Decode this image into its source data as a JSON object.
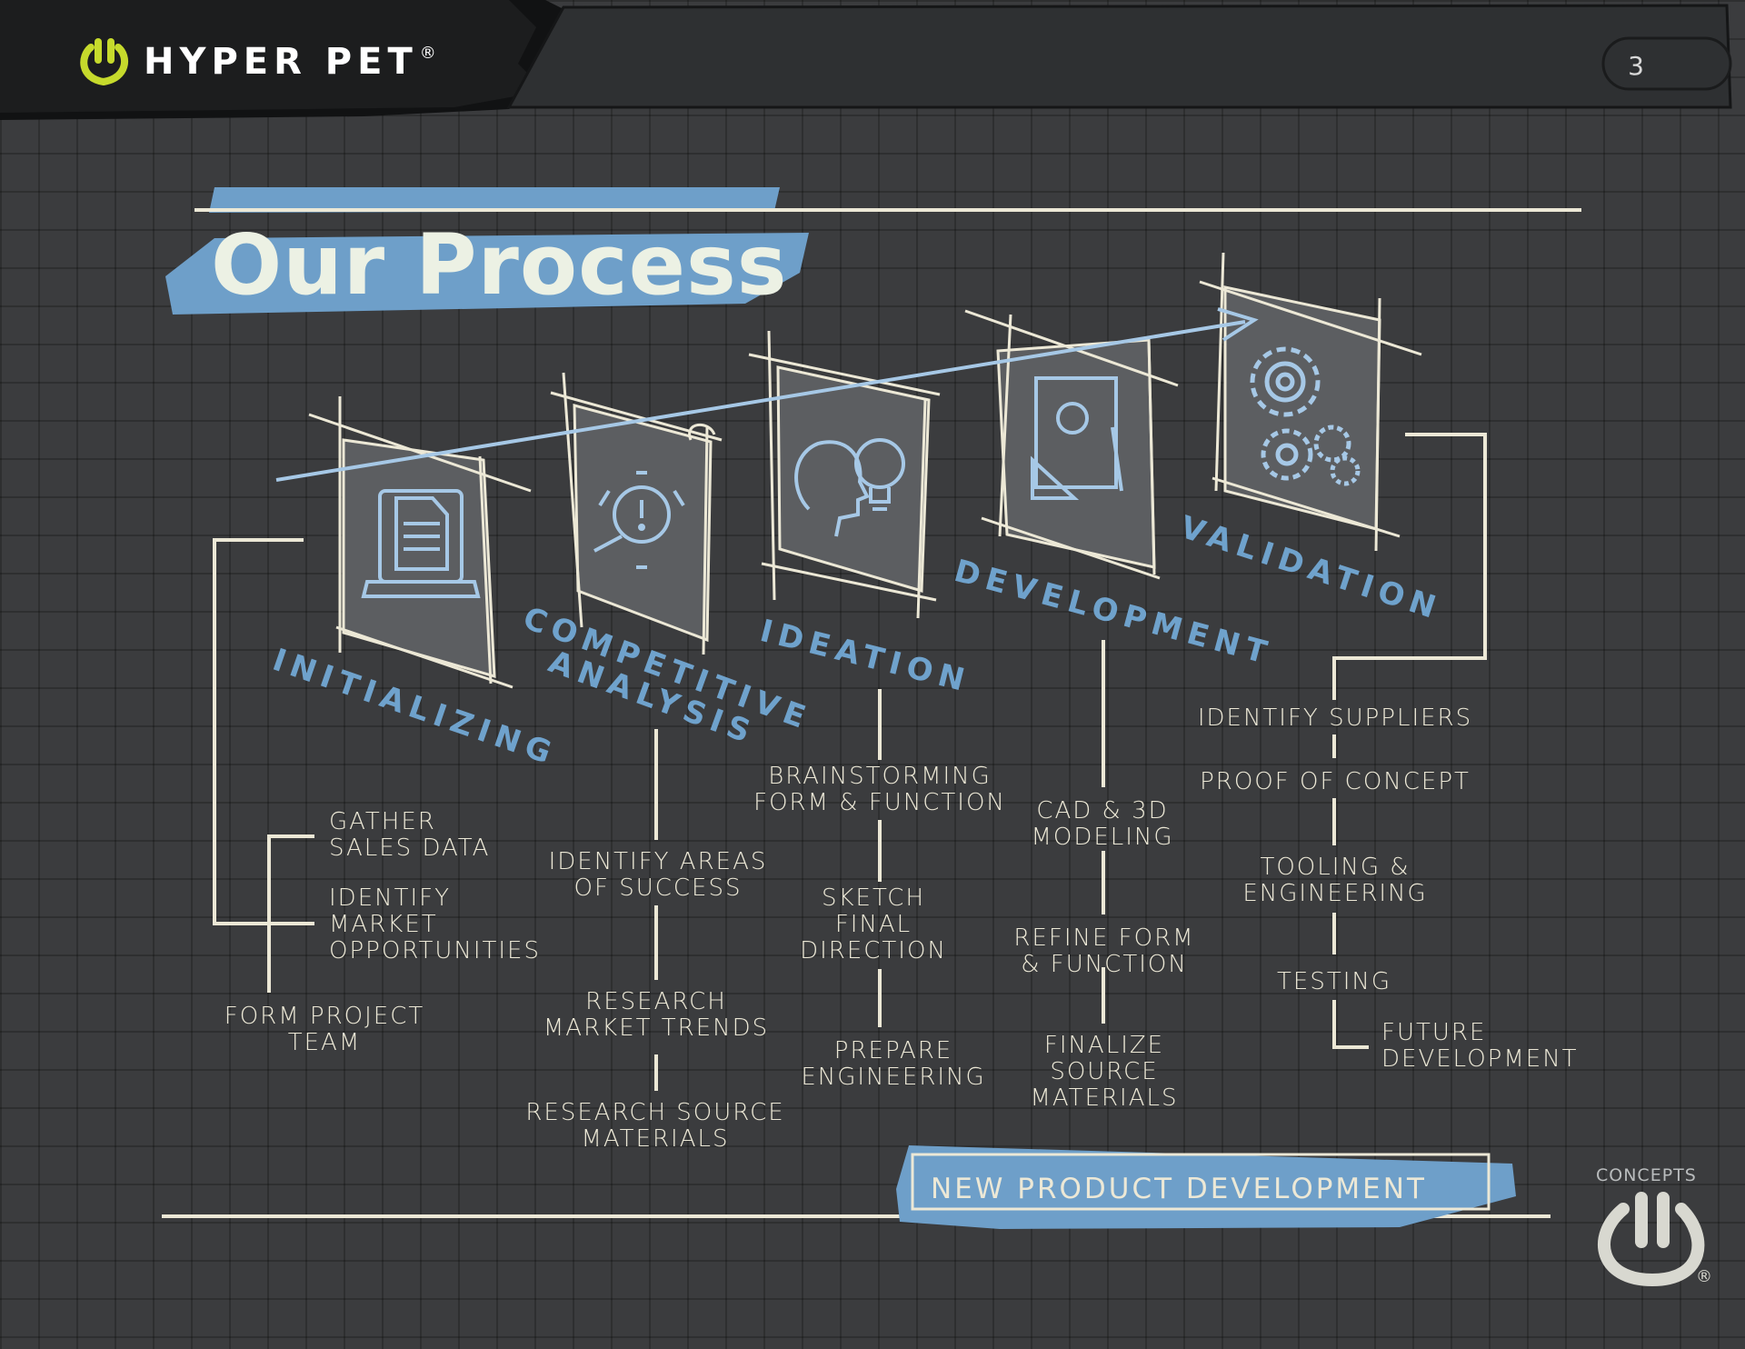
{
  "brand": {
    "name": "HYPER PET",
    "registered": "®"
  },
  "page_number": "3",
  "title": "Our Process",
  "stages": [
    {
      "label": "Initializing",
      "icon": "laptop-document-icon"
    },
    {
      "label": "Competitive Analysis",
      "icon": "magnifier-alert-icon"
    },
    {
      "label": "Ideation",
      "icon": "head-lightbulb-icon"
    },
    {
      "label": "Development",
      "icon": "blueprint-ruler-icon"
    },
    {
      "label": "Validation",
      "icon": "gears-icon"
    }
  ],
  "competitive_label": {
    "line1": "Competitive",
    "line2": "Analysis"
  },
  "steps": {
    "initializing": [
      "Gather Sales Data",
      "Identify Market Opportunities",
      "Form Project Team"
    ],
    "competitive": [
      "Identify Areas of Success",
      "Research Market Trends",
      "Research Source Materials"
    ],
    "ideation": [
      "Brainstorming Form & Function",
      "Sketch Final Direction",
      "Prepare Engineering"
    ],
    "development": [
      "CAD & 3D Modeling",
      "Refine Form & Function",
      "Finalize Source Materials"
    ],
    "validation": [
      "Identify Suppliers",
      "Proof of Concept",
      "Tooling & Engineering",
      "Testing",
      "Future Development"
    ]
  },
  "footer_label": "New Product Development",
  "concepts_label": "CONCEPTS",
  "colors": {
    "background": "#3b3c3e",
    "accent_blue": "#6fa2cc",
    "chalk": "#ece8d6",
    "brand_green": "#c6da2c"
  }
}
